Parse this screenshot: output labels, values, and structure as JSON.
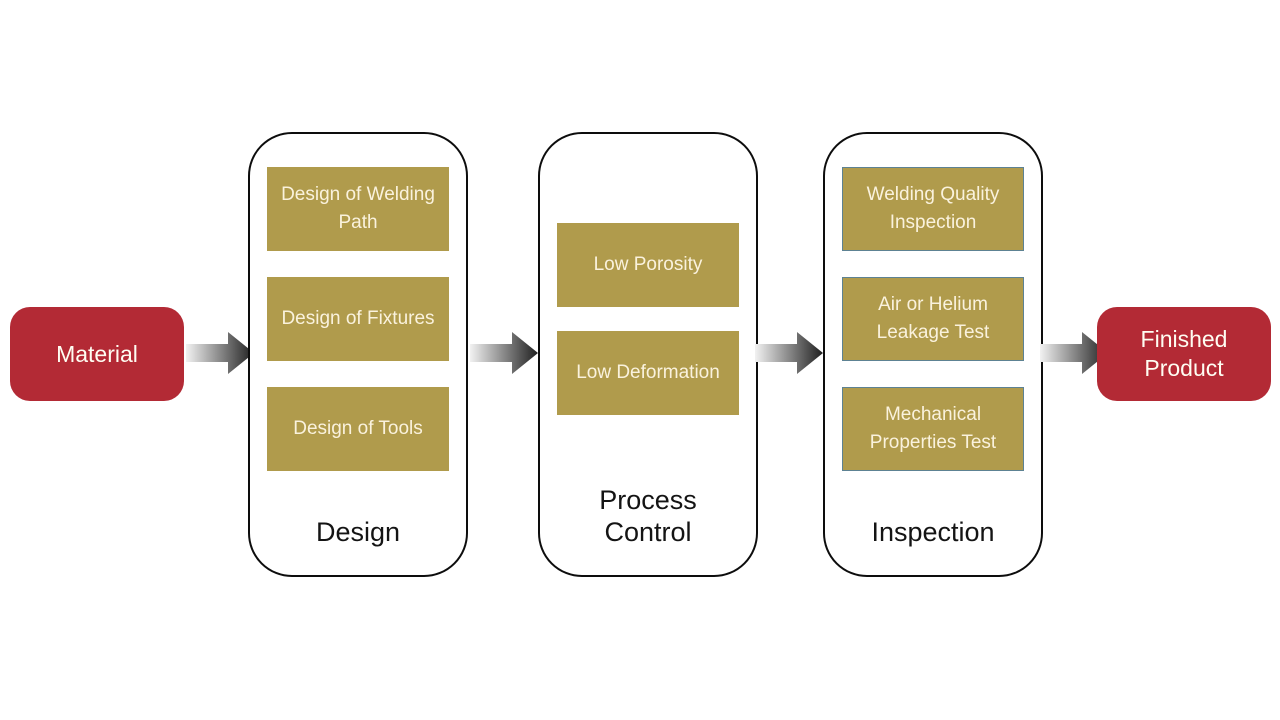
{
  "diagram": {
    "type": "process-flowchart",
    "start_node": {
      "label": "Material"
    },
    "end_node": {
      "label": "Finished Product"
    },
    "stages": [
      {
        "label": "Design",
        "items": [
          "Design of Welding Path",
          "Design of Fixtures",
          "Design of Tools"
        ]
      },
      {
        "label": "Process Control",
        "items": [
          "Low Porosity",
          "Low Deformation"
        ]
      },
      {
        "label": "Inspection",
        "items": [
          "Welding Quality Inspection",
          "Air or Helium Leakage Test",
          "Mechanical Properties Test"
        ]
      }
    ],
    "colors": {
      "terminal_red": "#b32a35",
      "item_gold": "#b09b4c",
      "inspection_item_border": "#5d8293",
      "container_border": "#0d0d0d",
      "arrow_gradient_start": "#efefef",
      "arrow_gradient_end": "#1f1f1f",
      "background": "#ffffff"
    }
  }
}
